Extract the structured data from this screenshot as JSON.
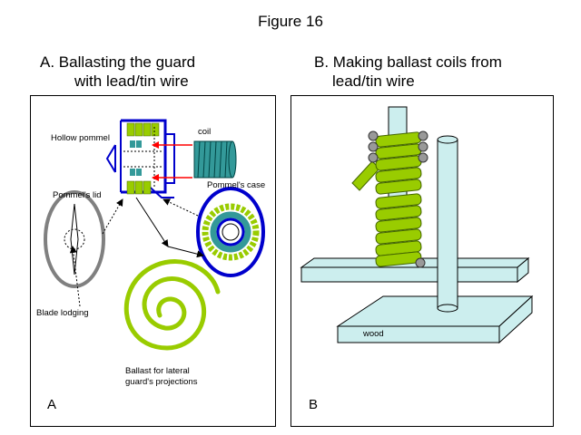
{
  "figure_title": "Figure 16",
  "panel_a": {
    "heading_line1": "A.   Ballasting the guard",
    "heading_line2": "with lead/tin wire",
    "labels": {
      "hollow_pommel": "Hollow pommel",
      "coil": "coil",
      "pommels_case": "Pommel's case",
      "pommels_lid": "Pommel's lid",
      "blade_lodging": "Blade lodging",
      "ballast_line1": "Ballast for lateral",
      "ballast_line2": "guard's projections"
    },
    "corner_letter": "A"
  },
  "panel_b": {
    "heading_line1": "B. Making ballast coils from",
    "heading_line2": "lead/tin wire",
    "labels": {
      "wood": "wood"
    },
    "corner_letter": "B"
  },
  "colors": {
    "wire_green": "#99cc00",
    "teal": "#339999",
    "blue": "#0000cc",
    "light_cyan": "#cceeee",
    "red_arrow": "#ff0000",
    "grey": "#808080"
  }
}
